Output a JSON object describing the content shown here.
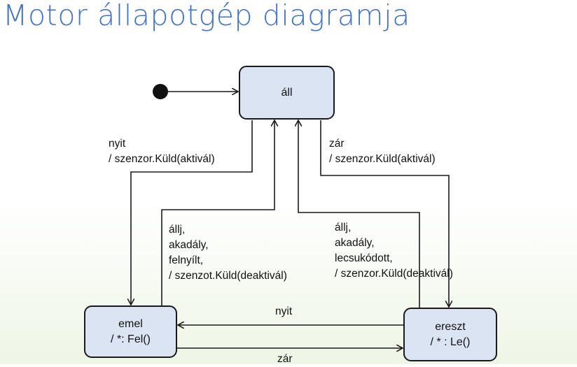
{
  "title": "Motor állapotgép diagramja",
  "states": {
    "all": {
      "lines": [
        "áll"
      ]
    },
    "emel": {
      "lines": [
        "emel",
        "/ *: Fel()"
      ]
    },
    "ereszt": {
      "lines": [
        "ereszt",
        "/ * : Le()"
      ]
    }
  },
  "transitions": {
    "initial_to_all": {
      "from": "initial",
      "to": "áll"
    },
    "all_to_emel": {
      "from": "áll",
      "to": "emel",
      "lines": [
        "nyit",
        "/ szenzor.Küld(aktivál)"
      ]
    },
    "all_to_ereszt": {
      "from": "áll",
      "to": "ereszt",
      "lines": [
        "zár",
        "/ szenzor.Küld(aktivál)"
      ]
    },
    "emel_to_all": {
      "from": "emel",
      "to": "áll",
      "lines": [
        "állj,",
        "akadály,",
        "felnyílt,",
        "/ szenzot.Küld(deaktivál)"
      ]
    },
    "ereszt_to_all": {
      "from": "ereszt",
      "to": "áll",
      "lines": [
        "állj,",
        "akadály,",
        "lecsukódott,",
        "/ szenzor.Küld(deaktivál)"
      ]
    },
    "ereszt_to_emel": {
      "from": "ereszt",
      "to": "emel",
      "lines": [
        "nyit"
      ]
    },
    "emel_to_ereszt": {
      "from": "emel",
      "to": "ereszt",
      "lines": [
        "zár"
      ]
    }
  },
  "colors": {
    "title": "#4472c4",
    "state_fill": "#dbe4f3",
    "state_border": "#1a1a1a",
    "lines": "#1a1a1a"
  }
}
